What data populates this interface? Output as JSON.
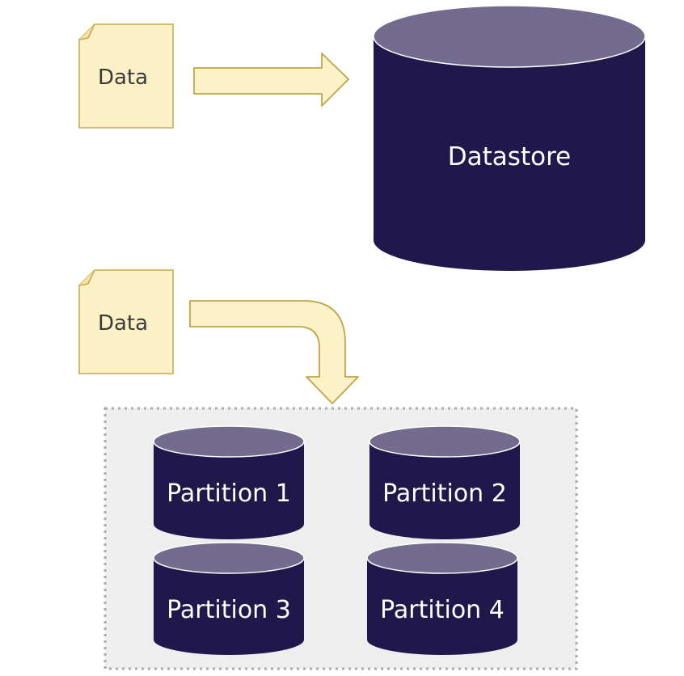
{
  "top_flow": {
    "document_label": "Data",
    "datastore_label": "Datastore"
  },
  "bottom_flow": {
    "document_label": "Data",
    "partitions": [
      {
        "label": "Partition 1"
      },
      {
        "label": "Partition 2"
      },
      {
        "label": "Partition 3"
      },
      {
        "label": "Partition 4"
      }
    ]
  },
  "colors": {
    "document_fill": "#FCF0C6",
    "document_stroke": "#C9A94A",
    "arrow_fill": "#FCF2C9",
    "arrow_stroke": "#C2A346",
    "cylinder_body": "#20184A",
    "cylinder_top": "#746C8E",
    "cylinder_edge": "#FFFFFF",
    "cylinder_text": "#FFFFFF",
    "document_text": "#3A3A3A",
    "partition_group_fill": "#EEEEEE",
    "partition_group_border": "#A9A9A9"
  }
}
